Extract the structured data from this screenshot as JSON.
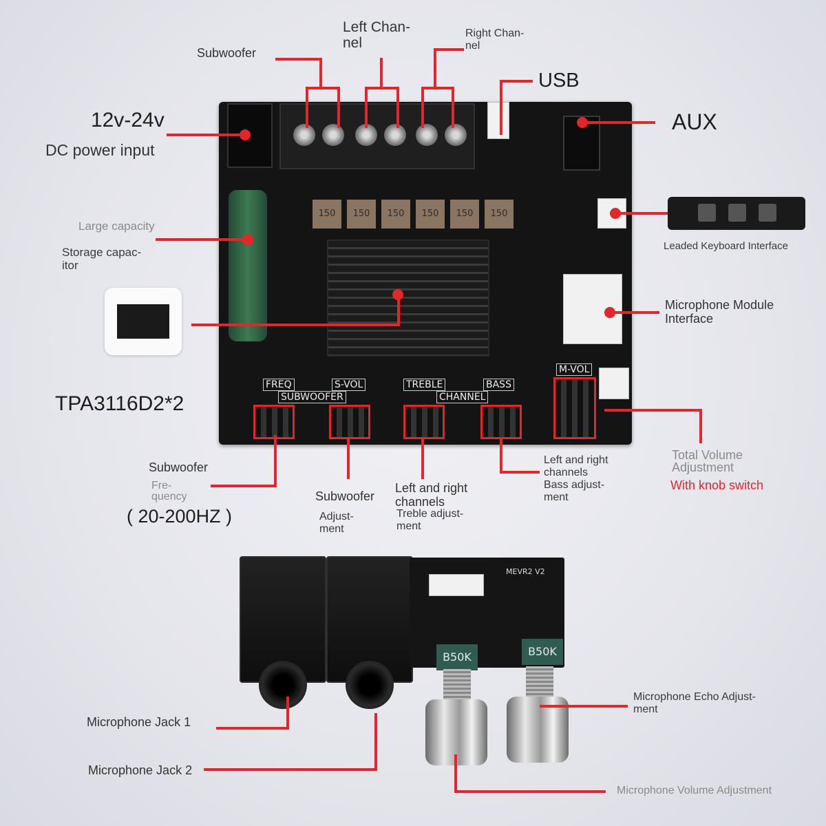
{
  "labels": {
    "left_channel": "Left Chan-\nnel",
    "right_channel": "Right Chan-\nnel",
    "subwoofer_top": "Subwoofer",
    "usb": "USB",
    "aux": "AUX",
    "power_voltage": "12v-24v",
    "power_input": "DC power input",
    "large_capacity": "Large capacity",
    "storage_capacitor": "Storage capac-\nitor",
    "chip_model": "TPA3116D2*2",
    "leaded_keyboard": "Leaded Keyboard Interface",
    "mic_module_interface": "Microphone Module\nInterface",
    "subwoofer_freq_title": "Subwoofer",
    "subwoofer_freq_sub": "Fre-\nquency",
    "subwoofer_freq_range": "( 20-200HZ )",
    "subwoofer_adjust_title": "Subwoofer",
    "subwoofer_adjust_sub": "Adjust-\nment",
    "treble_title": "Left and right\nchannels",
    "treble_sub": "Treble adjust-\nment",
    "bass_title": "Left and right\nchannels",
    "bass_sub": "Bass adjust-\nment",
    "total_volume": "Total Volume\nAdjustment",
    "knob_switch": "With knob switch",
    "mic_jack_1": "Microphone Jack 1",
    "mic_jack_2": "Microphone Jack 2",
    "mic_echo": "Microphone Echo Adjust-\nment",
    "mic_volume": "Microphone Volume Adjustment"
  },
  "board_silk": {
    "freq": "FREQ",
    "svol": "S-VOL",
    "treble": "TREBLE",
    "bass": "BASS",
    "mvol": "M-VOL",
    "subwoofer": "SUBWOOFER",
    "channel": "CHANNEL",
    "inductor": "150",
    "pot": "B50K",
    "mic_board": "MEVR2 V2"
  },
  "colors": {
    "accent": "#e4262a",
    "pcb": "#141414"
  }
}
